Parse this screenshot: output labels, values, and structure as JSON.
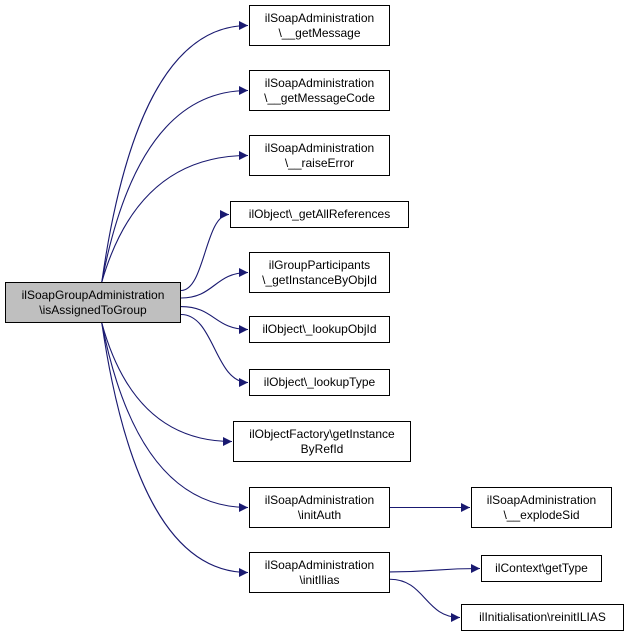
{
  "colors": {
    "edge": "#191970",
    "root_fill": "#bfbfbf",
    "node_fill": "#ffffff",
    "border": "#000000"
  },
  "nodes": {
    "root": {
      "line1": "ilSoapGroupAdministration",
      "line2": "\\isAssignedToGroup"
    },
    "get_message": {
      "line1": "ilSoapAdministration",
      "line2": "\\__getMessage"
    },
    "get_message_code": {
      "line1": "ilSoapAdministration",
      "line2": "\\__getMessageCode"
    },
    "raise_error": {
      "line1": "ilSoapAdministration",
      "line2": "\\__raiseError"
    },
    "get_all_references": {
      "line1": "ilObject\\_getAllReferences"
    },
    "get_instance_by_obj_id": {
      "line1": "ilGroupParticipants",
      "line2": "\\_getInstanceByObjId"
    },
    "lookup_obj_id": {
      "line1": "ilObject\\_lookupObjId"
    },
    "lookup_type": {
      "line1": "ilObject\\_lookupType"
    },
    "get_instance_by_ref_id": {
      "line1": "ilObjectFactory\\getInstance",
      "line2": "ByRefId"
    },
    "init_auth": {
      "line1": "ilSoapAdministration",
      "line2": "\\initAuth"
    },
    "explode_sid": {
      "line1": "ilSoapAdministration",
      "line2": "\\__explodeSid"
    },
    "init_ilias": {
      "line1": "ilSoapAdministration",
      "line2": "\\initIlias"
    },
    "get_type": {
      "line1": "ilContext\\getType"
    },
    "reinit_ilias": {
      "line1": "ilInitialisation\\reinitILIAS"
    }
  },
  "edges": [
    {
      "from": "root",
      "to": "get_message"
    },
    {
      "from": "root",
      "to": "get_message_code"
    },
    {
      "from": "root",
      "to": "raise_error"
    },
    {
      "from": "root",
      "to": "get_all_references"
    },
    {
      "from": "root",
      "to": "get_instance_by_obj_id"
    },
    {
      "from": "root",
      "to": "lookup_obj_id"
    },
    {
      "from": "root",
      "to": "lookup_type"
    },
    {
      "from": "root",
      "to": "get_instance_by_ref_id"
    },
    {
      "from": "root",
      "to": "init_auth"
    },
    {
      "from": "root",
      "to": "init_ilias"
    },
    {
      "from": "init_auth",
      "to": "explode_sid"
    },
    {
      "from": "init_ilias",
      "to": "get_type"
    },
    {
      "from": "init_ilias",
      "to": "reinit_ilias"
    }
  ]
}
